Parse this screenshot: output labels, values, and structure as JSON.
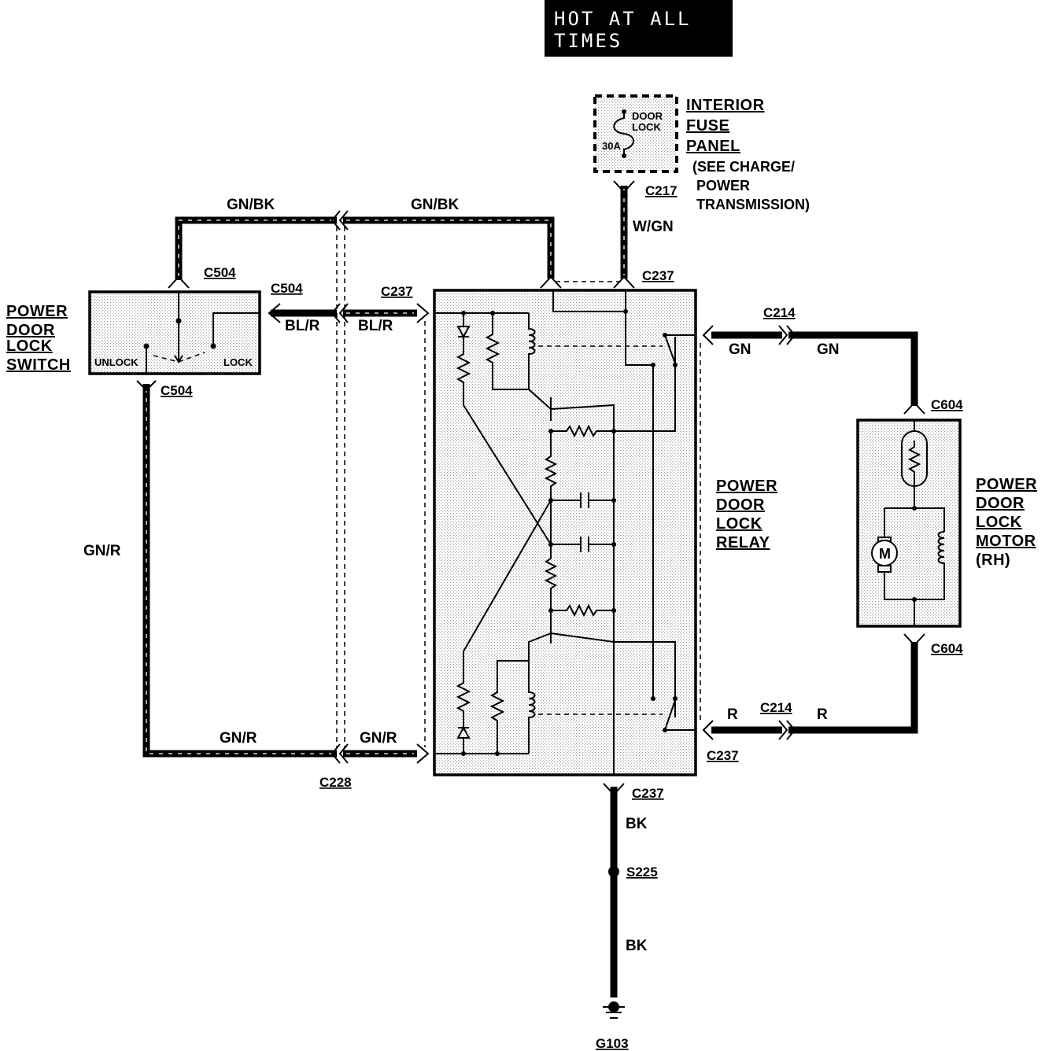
{
  "header": {
    "hot_line1": "HOT AT ALL",
    "hot_line2": "TIMES"
  },
  "fuse_panel": {
    "fuse_name_line1": "DOOR",
    "fuse_name_line2": "LOCK",
    "fuse_rating": "30A",
    "title_line1": "INTERIOR",
    "title_line2": "FUSE",
    "title_line3": "PANEL",
    "note_line1": "(SEE CHARGE/",
    "note_line2": "POWER",
    "note_line3": "TRANSMISSION)"
  },
  "switch": {
    "title_line1": "POWER",
    "title_line2": "DOOR",
    "title_line3": "LOCK",
    "title_line4": "SWITCH",
    "unlock_label": "UNLOCK",
    "lock_label": "LOCK"
  },
  "relay": {
    "title_line1": "POWER",
    "title_line2": "DOOR",
    "title_line3": "LOCK",
    "title_line4": "RELAY"
  },
  "motor": {
    "title_line1": "POWER",
    "title_line2": "DOOR",
    "title_line3": "LOCK",
    "title_line4": "MOTOR",
    "side": "(RH)",
    "symbol": "M"
  },
  "wires": {
    "gnbk_left": "GN/BK",
    "gnbk_right": "GN/BK",
    "wgn": "W/GN",
    "blr_left": "BL/R",
    "blr_right": "BL/R",
    "gnr_vertical": "GN/R",
    "gnr_bottom_left": "GN/R",
    "gnr_bottom_right": "GN/R",
    "gn_left": "GN",
    "gn_right": "GN",
    "r_left": "R",
    "r_right": "R",
    "bk_upper": "BK",
    "bk_lower": "BK"
  },
  "connectors": {
    "c217": "C217",
    "c237_top": "C237",
    "c504_top": "C504",
    "c504_right": "C504",
    "c504_bottom": "C504",
    "c237_left": "C237",
    "c214_top": "C214",
    "c214_bottom": "C214",
    "c604_top": "C604",
    "c604_bottom": "C604",
    "c237_right": "C237",
    "c228": "C228",
    "c237_bottom": "C237",
    "s225": "S225",
    "g103": "G103"
  }
}
